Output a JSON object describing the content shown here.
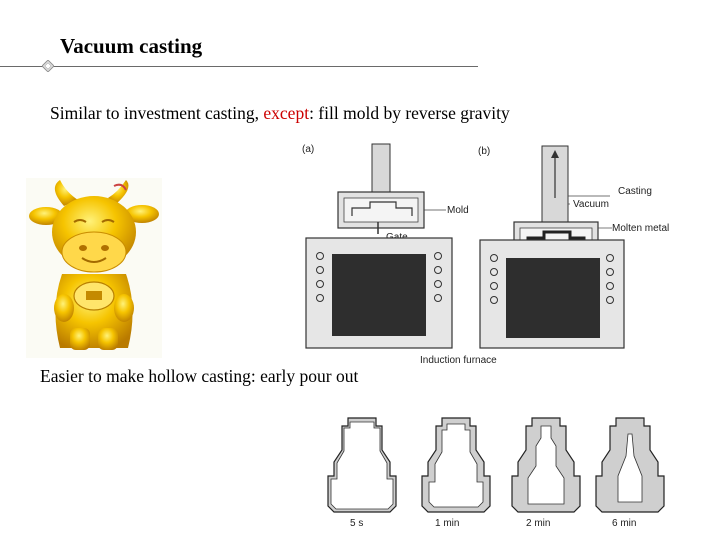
{
  "slide": {
    "title": "Vacuum casting",
    "line1_before": "Similar to investment casting, ",
    "line1_highlight": "except",
    "line1_after": ": fill mold by reverse gravity",
    "line2": "Easier to make hollow casting: early pour out",
    "highlight_color": "#cc0000"
  },
  "figure_top": {
    "label_a": "(a)",
    "label_b": "(b)",
    "mold": "Mold",
    "gate": "Gate",
    "casting": "Casting",
    "vacuum": "Vacuum",
    "molten_metal": "Molten metal",
    "furnace": "Induction furnace"
  },
  "figure_bottom": {
    "times": [
      "5 s",
      "1 min",
      "2 min",
      "6 min"
    ]
  },
  "icons": [
    "golden-ox-figurine-icon"
  ]
}
